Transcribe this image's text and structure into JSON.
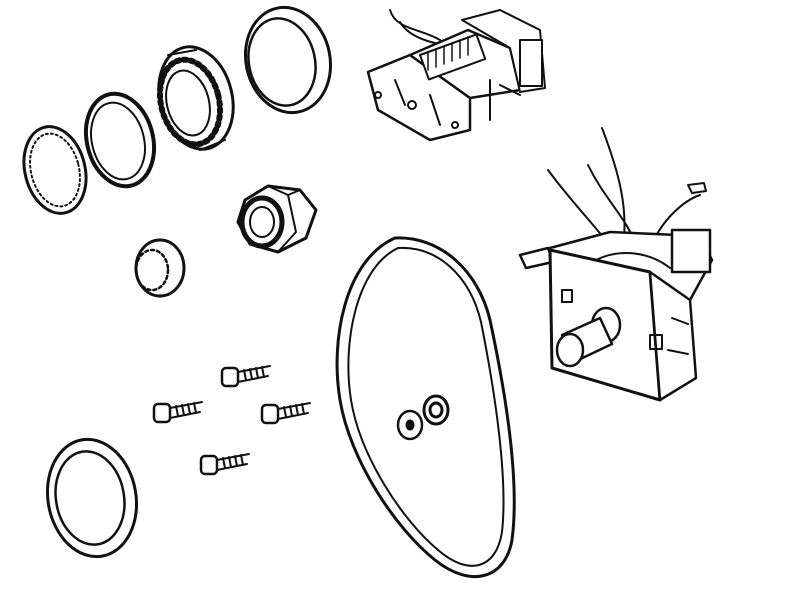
{
  "diagram": {
    "type": "exploded-parts-line-art",
    "text_labels": [],
    "palette": {
      "ink": "#111111",
      "paper": "#ffffff"
    },
    "parts": [
      {
        "name": "spring-ring"
      },
      {
        "name": "retaining-ring"
      },
      {
        "name": "roller-bearing"
      },
      {
        "name": "bearing-race"
      },
      {
        "name": "hex-nut"
      },
      {
        "name": "small-sleeve"
      },
      {
        "name": "screw",
        "count": 4
      },
      {
        "name": "washer-large"
      },
      {
        "name": "drive-belt"
      },
      {
        "name": "washer-pair"
      },
      {
        "name": "relay-switch-upper"
      },
      {
        "name": "timer-motor-switch"
      }
    ]
  }
}
